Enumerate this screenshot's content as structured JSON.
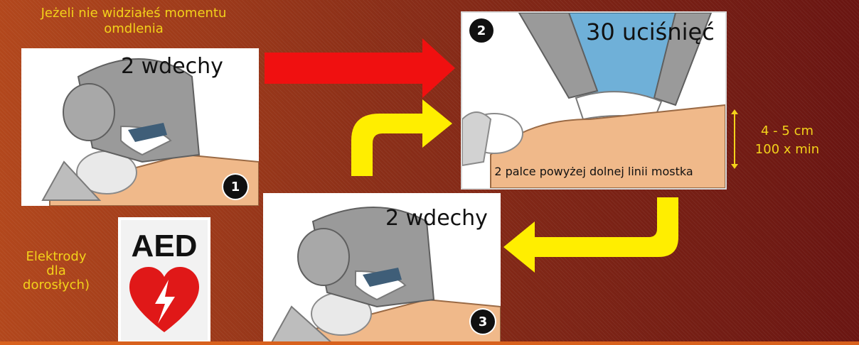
{
  "top_caption": "Jeżeli nie widziałeś momentu omdlenia",
  "side_caption": "Elektrody dla dorosłych)",
  "measure": {
    "depth": "4 - 5 cm",
    "rate": "100 x min"
  },
  "steps": [
    {
      "number": "1",
      "label": "2 wdechy"
    },
    {
      "number": "2",
      "label": "30 uciśnięć",
      "position": "2 palce powyżej dolnej linii mostka"
    },
    {
      "number": "3",
      "label": "2 wdechy"
    }
  ],
  "aed": {
    "title": "AED"
  },
  "colors": {
    "red_arrow": "#f01010",
    "yellow_arrow": "#ffee00",
    "caption": "#f3d21a",
    "shirt": "#f0b98a",
    "sleeve": "#9a9a9a",
    "scrubs": "#6fb0d8"
  },
  "icons": [
    "red-arrow-icon",
    "curved-yellow-arrow-icon",
    "heart-lightning-icon",
    "double-headed-arrow-icon"
  ]
}
